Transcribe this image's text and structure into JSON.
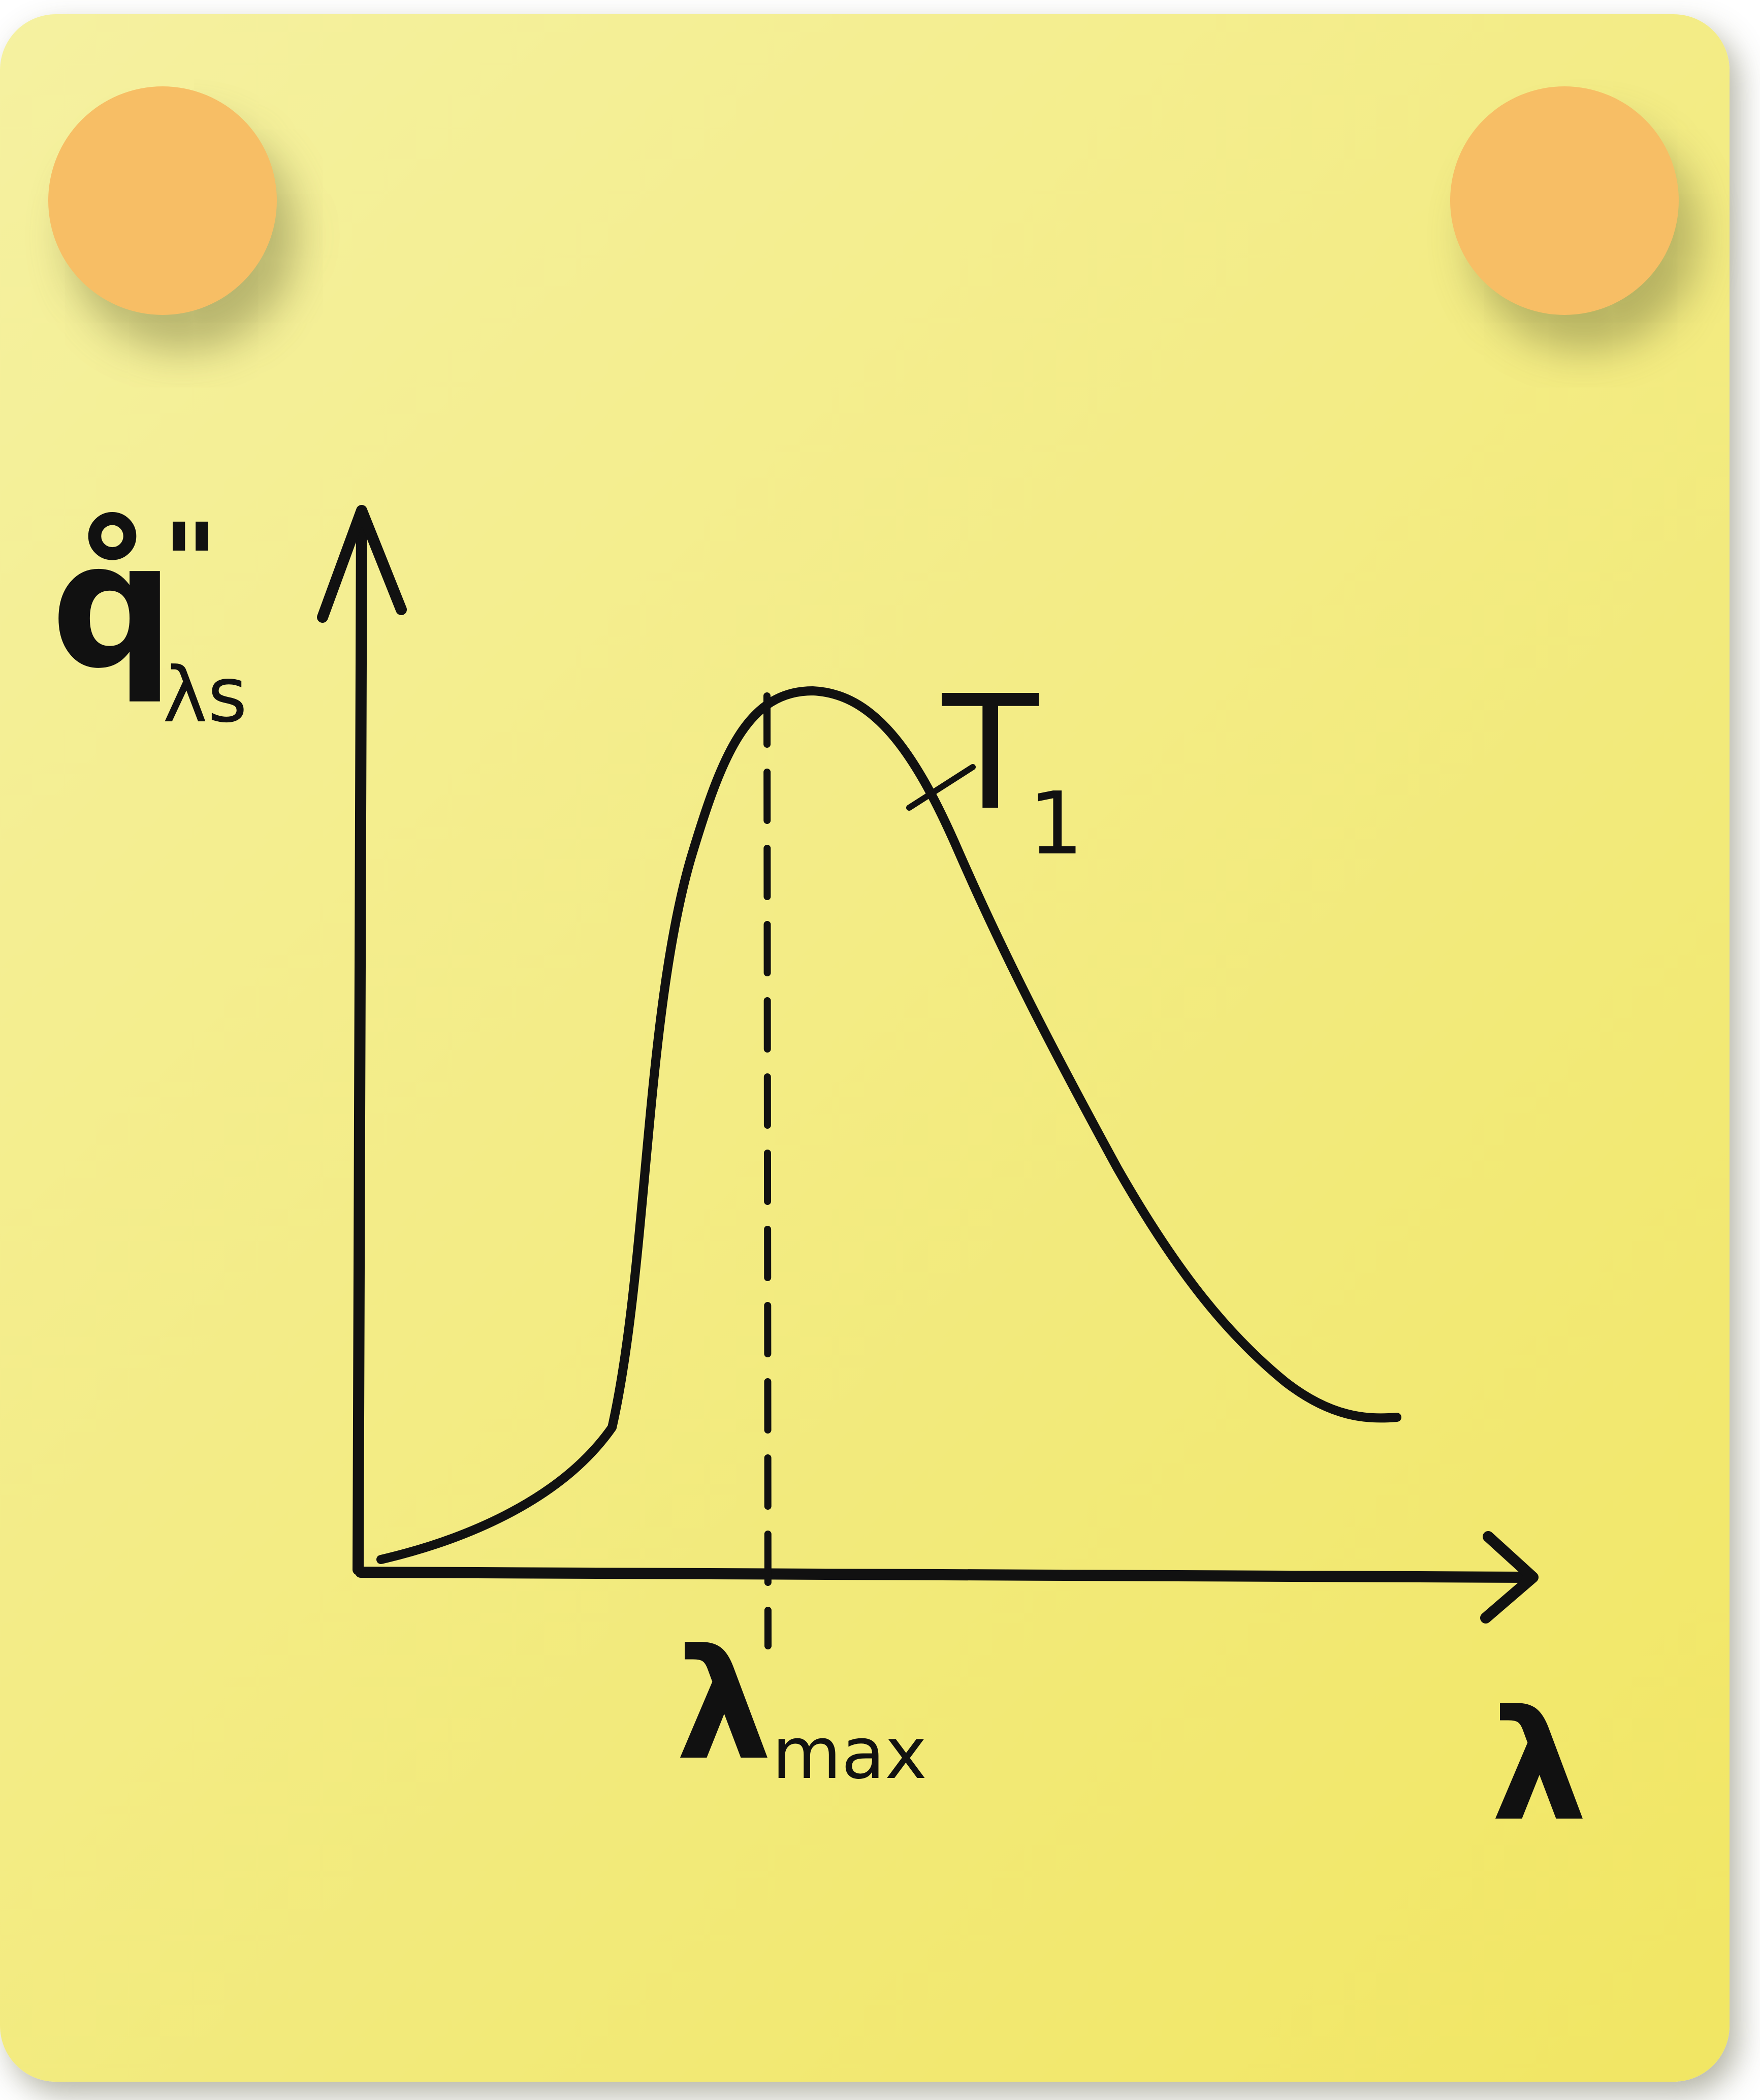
{
  "note": {
    "background_top": "#f5f1a0",
    "background_bottom": "#f1e663",
    "magnet_color": "#f7be65",
    "ink_color": "#111111"
  },
  "labels": {
    "y_axis_main": "q̊",
    "y_axis_primes": "\"",
    "y_axis_sub": "λs",
    "x_axis": "λ",
    "peak_main": "λ",
    "peak_sub": "max",
    "curve_main": "T",
    "curve_sub": "1"
  }
}
